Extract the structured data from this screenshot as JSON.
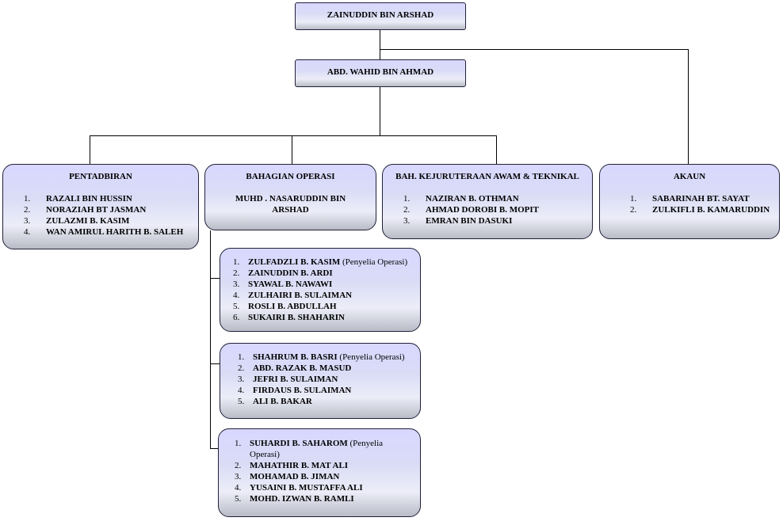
{
  "director": {
    "name": "ZAINUDDIN BIN ARSHAD"
  },
  "deputy": {
    "name": "ABD. WAHID BIN AHMAD"
  },
  "departments": [
    {
      "title": "PENTADBIRAN",
      "members": [
        {
          "num": "1.",
          "name": "RAZALI BIN HUSSIN"
        },
        {
          "num": "2.",
          "name": "NORAZIAH BT JASMAN"
        },
        {
          "num": "3.",
          "name": "ZULAZMI B. KASIM"
        },
        {
          "num": "4.",
          "name": "WAN AMIRUL HARITH B. SALEH"
        }
      ]
    },
    {
      "title": "BAHAGIAN OPERASI",
      "head": "MUHD . NASARUDDIN BIN ARSHAD"
    },
    {
      "title": "BAH. KEJURUTERAAN  AWAM & TEKNIKAL",
      "members": [
        {
          "num": "1.",
          "name": "NAZIRAN B. OTHMAN"
        },
        {
          "num": "2.",
          "name": "AHMAD DOROBI B. MOPIT"
        },
        {
          "num": "3.",
          "name": "EMRAN BIN DASUKI"
        }
      ]
    },
    {
      "title": "AKAUN",
      "members": [
        {
          "num": "1.",
          "name": "SABARINAH BT. SAYAT"
        },
        {
          "num": "2.",
          "name": "ZULKIFLI B. KAMARUDDIN"
        }
      ]
    }
  ],
  "operation_teams": [
    {
      "members": [
        {
          "num": "1.",
          "name": "ZULFADZLI B. KASIM",
          "role": "(Penyelia Operasi)"
        },
        {
          "num": "2.",
          "name": "ZAINUDDIN B. ARDI"
        },
        {
          "num": "3.",
          "name": "SYAWAL B. NAWAWI"
        },
        {
          "num": "4.",
          "name": "ZULHAIRI B. SULAIMAN"
        },
        {
          "num": "5.",
          "name": "ROSLI B. ABDULLAH"
        },
        {
          "num": "6.",
          "name": "SUKAIRI  B. SHAHARIN"
        }
      ]
    },
    {
      "members": [
        {
          "num": "1.",
          "name": "SHAHRUM B. BASRI",
          "role": "(Penyelia Operasi)"
        },
        {
          "num": "2.",
          "name": "ABD. RAZAK B. MASUD"
        },
        {
          "num": "3.",
          "name": "JEFRI B. SULAIMAN"
        },
        {
          "num": "4.",
          "name": "FIRDAUS B. SULAIMAN"
        },
        {
          "num": "5.",
          "name": "ALI B. BAKAR"
        }
      ]
    },
    {
      "members": [
        {
          "num": "1.",
          "name": "SUHARDI B. SAHAROM",
          "role": "(Penyelia Operasi)"
        },
        {
          "num": "2.",
          "name": "MAHATHIR B. MAT ALI"
        },
        {
          "num": "3.",
          "name": "MOHAMAD B. JIMAN"
        },
        {
          "num": "4.",
          "name": "YUSAINI B. MUSTAFFA ALI"
        },
        {
          "num": "5.",
          "name": "MOHD. IZWAN B. RAMLI"
        }
      ]
    }
  ]
}
